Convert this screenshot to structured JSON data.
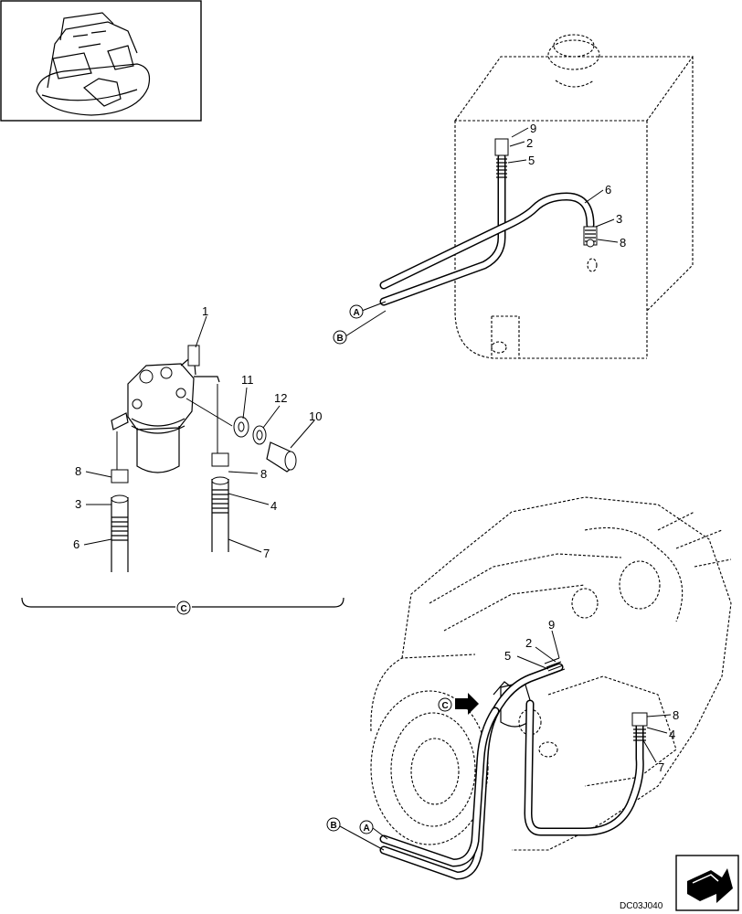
{
  "callouts": {
    "c1": "1",
    "c2_top": "2",
    "c3_top": "3",
    "c5_top": "5",
    "c6_top": "6",
    "c8_top": "8",
    "c9_top": "9",
    "c3_left": "3",
    "c4_left": "4",
    "c6_left": "6",
    "c7_left": "7",
    "c8_left_a": "8",
    "c8_left_b": "8",
    "c10": "10",
    "c11": "11",
    "c12": "12",
    "c2_eng": "2",
    "c4_eng": "4",
    "c5_eng": "5",
    "c7_eng": "7",
    "c8_eng": "8",
    "c9_eng": "9"
  },
  "refs": {
    "a_top": "A",
    "b_top": "B",
    "c_bracket": "C",
    "c_engine": "C",
    "a_bottom": "A",
    "b_bottom": "B"
  },
  "drawing_code": "DC03J040"
}
